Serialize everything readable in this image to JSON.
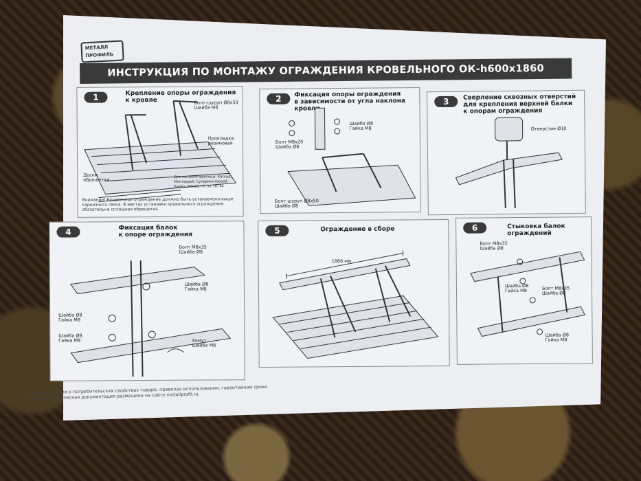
{
  "logo": {
    "line1": "МЕТАЛЛ",
    "line2": "ПРОФИЛЬ"
  },
  "banner_title": "ИНСТРУКЦИЯ ПО МОНТАЖУ ОГРАЖДЕНИЯ КРОВЕЛЬНОГО ОК-h600x1860",
  "panels": {
    "p1": {
      "num": "1",
      "title": "Крепление опоры ограждения\nк кровле",
      "labels": {
        "bolt": "Болт-шуруп Ø8x50\nШайба М8",
        "gasket": "Прокладка\nрезиновая",
        "boards": "Доски\nобрешетки",
        "profiles": "Для металлочерепицы: Каскад,\nМонтеррей, Супермонтеррей,\nКамея, МП 20, НС 35, НС 44"
      },
      "warning": "Внимание! Кровельное ограждение должно быть установлено выше\nкарнизного свеса. В местах установки кровельного ограждения\nобязательна сплошная обрешетка."
    },
    "p2": {
      "num": "2",
      "title": "Фиксация опоры ограждения\nв зависимости от угла наклона кровли",
      "labels": {
        "washer_nut": "Шайба Ø8\nГайка М8",
        "bolt20": "Болт М8x20\nШайба Ø8",
        "bolt_screw": "Болт-шуруп Ø8x50\nШайба Ø8"
      }
    },
    "p3": {
      "num": "3",
      "title": "Сверление сквозных отверстий\nдля крепления верхней балки\nк опорам ограждения",
      "labels": {
        "hole": "Отверстие Ø10"
      }
    },
    "p4": {
      "num": "4",
      "title": "Фиксация балок\nк опоре ограждения",
      "labels": {
        "bolt35": "Болт М8x35\nШайба Ø8",
        "washer_nut_r": "Шайба Ø8\nГайка М8",
        "washer_nut_l1": "Шайба Ø8\nГайка М8",
        "washer_nut_l2": "Шайба Ø8\nГайка М8",
        "clamp": "Хомут\nШайба М8"
      }
    },
    "p5": {
      "num": "5",
      "title": "Ограждение в сборе",
      "labels": {
        "length": "1866 мм"
      }
    },
    "p6": {
      "num": "6",
      "title": "Стыковка балок ограждений",
      "labels": {
        "bolt35a": "Болт М8x35\nШайба Ø8",
        "washer_nut_a": "Шайба Ø8\nГайка М8",
        "bolt35b": "Болт М8x35\nШайба Ø8",
        "washer_nut_b": "Шайба Ø8\nГайка М8"
      }
    }
  },
  "footer": "Вся информация о потребительских свойствах товара, правилах использования, гарантийном сроке\nи прочая техническая документация размещена на сайте metallprofil.ru"
}
